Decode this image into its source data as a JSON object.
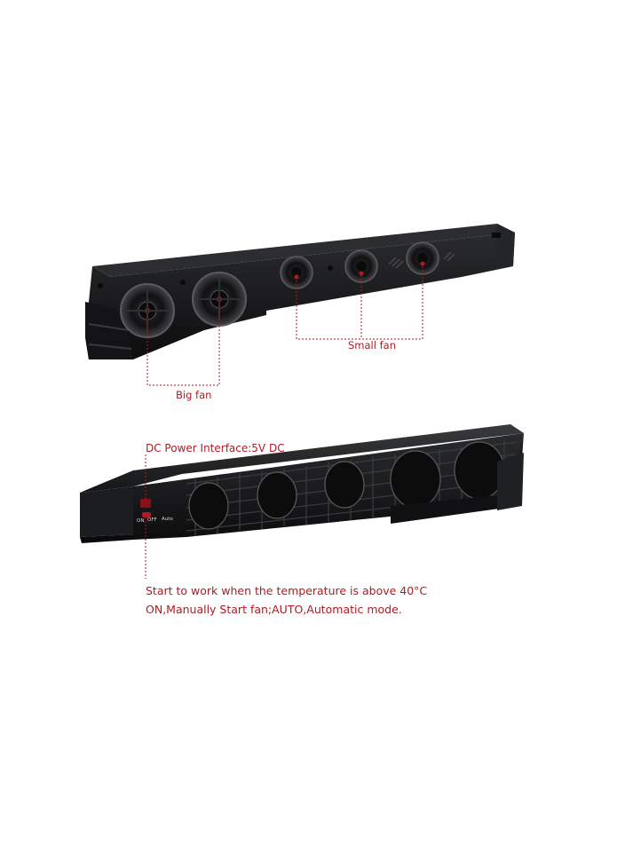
{
  "labels": {
    "big_fan": "Big fan",
    "small_fan": "Small fan",
    "dc_power": "DC Power Interface:5V DC",
    "switch_on": "ON",
    "switch_off": "OFF",
    "switch_auto": "Auto",
    "note_line1": "Start to work when the temperature is above 40°C",
    "note_line2": "ON,Manually Start fan;AUTO,Automatic mode."
  },
  "colors": {
    "annotation": "#b01a22",
    "device_body": "#1b1c1e",
    "background": "#ffffff"
  }
}
